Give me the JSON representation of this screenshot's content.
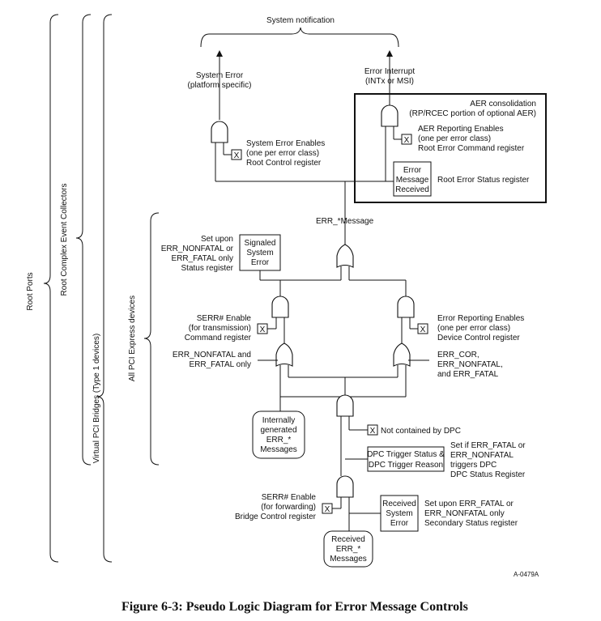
{
  "diagram": {
    "system_notification": "System notification",
    "system_error": [
      "System Error",
      "(platform specific)"
    ],
    "error_interrupt": [
      "Error Interrupt",
      "(INTx or MSI)"
    ],
    "aer_consolidation": [
      "AER consolidation",
      "(RP/RCEC portion of optional AER)"
    ],
    "aer_reporting_enables": [
      "AER Reporting Enables",
      "(one per error class)",
      "Root Error Command register"
    ],
    "system_error_enables": [
      "System Error Enables",
      "(one per error class)",
      "Root Control register"
    ],
    "error_message_received_box": [
      "Error",
      "Message",
      "Received"
    ],
    "root_error_status_register": "Root Error Status register",
    "err_message": "ERR_*Message",
    "set_upon": [
      "Set upon",
      "ERR_NONFATAL or",
      "ERR_FATAL only",
      "Status register"
    ],
    "signaled_system_error_box": [
      "Signaled",
      "System",
      "Error"
    ],
    "serr_enable_transmission": [
      "SERR# Enable",
      "(for transmission)",
      "Command register"
    ],
    "error_reporting_enables": [
      "Error Reporting Enables",
      "(one per error class)",
      "Device Control register"
    ],
    "err_nonfatal_fatal_only": [
      "ERR_NONFATAL and",
      "ERR_FATAL only"
    ],
    "err_cor_list": [
      "ERR_COR,",
      "ERR_NONFATAL,",
      "and ERR_FATAL"
    ],
    "internally_generated_box": [
      "Internally",
      "generated",
      "ERR_*",
      "Messages"
    ],
    "not_contained_by_dpc": "Not contained by DPC",
    "dpc_trigger_box": [
      "DPC Trigger Status &",
      "DPC Trigger Reason"
    ],
    "set_if_fatal": [
      "Set if ERR_FATAL or",
      "ERR_NONFATAL",
      "triggers DPC",
      "DPC Status Register"
    ],
    "serr_enable_forwarding": [
      "SERR# Enable",
      "(for forwarding)",
      "Bridge Control register"
    ],
    "received_system_error_box": [
      "Received",
      "System",
      "Error"
    ],
    "set_upon_secondary": [
      "Set upon ERR_FATAL or",
      "ERR_NONFATAL only",
      "Secondary Status register"
    ],
    "received_err_box": [
      "Received",
      "ERR_*",
      "Messages"
    ],
    "checkbox_mark": "X",
    "bracket_root_ports": "Root Ports",
    "bracket_rcec": "Root Complex Event Collectors",
    "bracket_virtual_pci": "Virtual PCI Bridges (Type 1 devices)",
    "bracket_all_pci": "All PCI Express devices",
    "figure_id": "A-0479A",
    "caption": "Figure 6-3:  Pseudo Logic Diagram for Error Message Controls"
  }
}
